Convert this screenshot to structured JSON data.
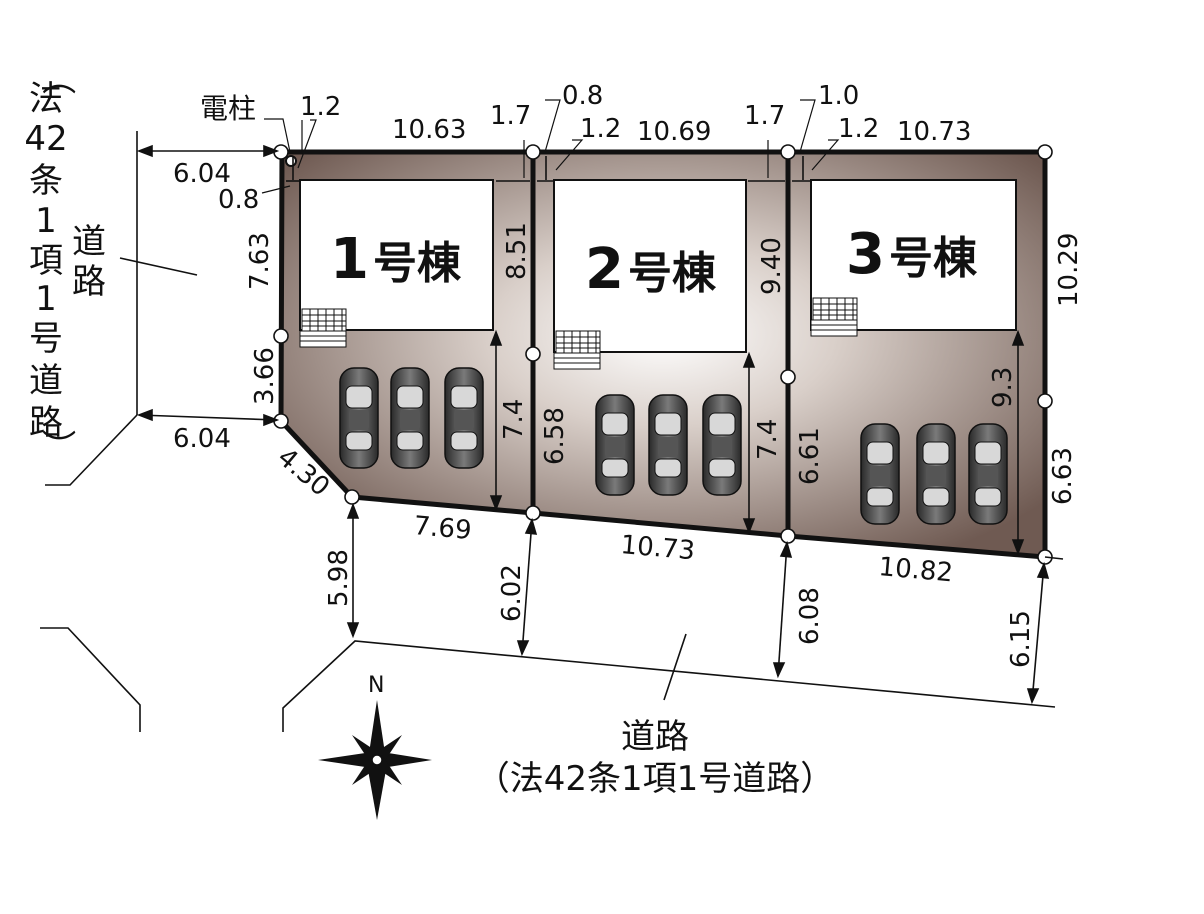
{
  "north": {
    "label": "N"
  },
  "labels": {
    "pole": "電柱"
  },
  "buildings": [
    {
      "num": "1",
      "suffix": "号棟"
    },
    {
      "num": "2",
      "suffix": "号棟"
    },
    {
      "num": "3",
      "suffix": "号棟"
    }
  ],
  "left_road": {
    "name_chars": [
      "道",
      "路"
    ],
    "paren_chars": [
      "（",
      "法",
      "42",
      "条",
      "1",
      "項",
      "1",
      "号",
      "道",
      "路",
      "）"
    ]
  },
  "bottom_road": {
    "name": "道路",
    "paren": "（法42条1項1号道路）"
  },
  "dims": {
    "top_l1": "10.63",
    "top_l2": "10.69",
    "top_l3": "10.73",
    "set_1_2a": "1.2",
    "set_1_7a": "1.7",
    "set_0_8b": "0.8",
    "set_1_2b": "1.2",
    "set_1_7b": "1.7",
    "set_1_0": "1.0",
    "set_1_2c": "1.2",
    "set_0_8a": "0.8",
    "left_604_top": "6.04",
    "left_604_bot": "6.04",
    "left_763": "7.63",
    "left_366": "3.66",
    "corner_430": "4.30",
    "d_851": "8.51",
    "d_74a": "7.4",
    "d_658": "6.58",
    "d_940": "9.40",
    "d_74b": "7.4",
    "d_661": "6.61",
    "d_1029": "10.29",
    "d_93": "9.3",
    "d_663": "6.63",
    "bot_769": "7.69",
    "bot_1073": "10.73",
    "bot_1082": "10.82",
    "r_598": "5.98",
    "r_602": "6.02",
    "r_608": "6.08",
    "r_615": "6.15"
  }
}
